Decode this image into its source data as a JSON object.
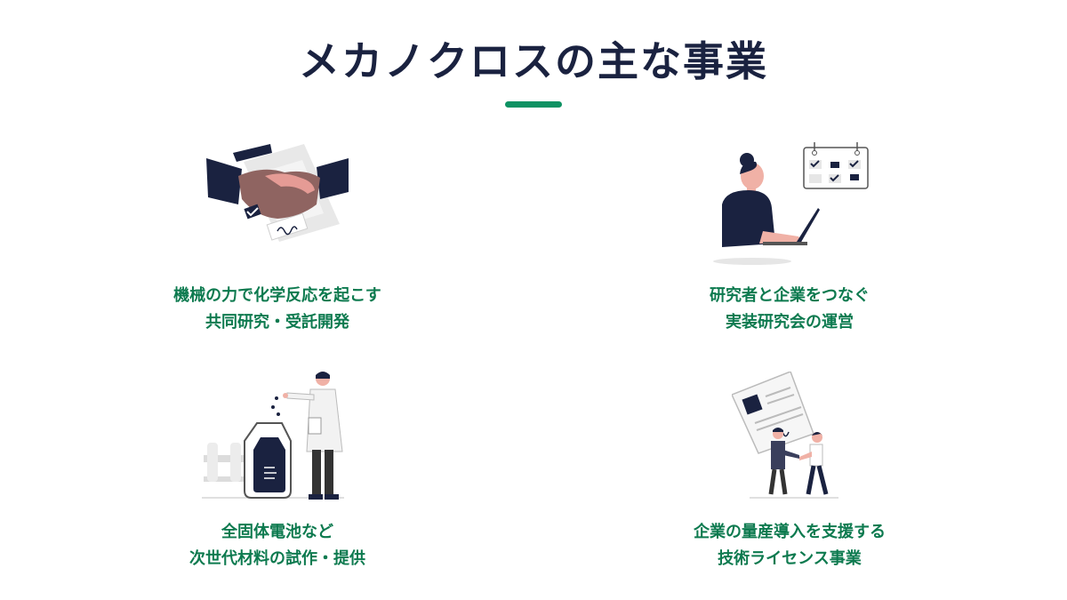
{
  "title": "メカノクロスの主な事業",
  "accent_color": "#0e9263",
  "title_color": "#1a2240",
  "businesses": [
    {
      "icon": "handshake-icon",
      "line1": "機械の力で化学反応を起こす",
      "line2": "共同研究・受託開発"
    },
    {
      "icon": "researcher-laptop-icon",
      "line1": "研究者と企業をつなぐ",
      "line2": "実装研究会の運営"
    },
    {
      "icon": "lab-scientist-icon",
      "line1": "全固体電池など",
      "line2": "次世代材料の試作・提供"
    },
    {
      "icon": "contract-handshake-icon",
      "line1": "企業の量産導入を支援する",
      "line2": "技術ライセンス事業"
    }
  ]
}
